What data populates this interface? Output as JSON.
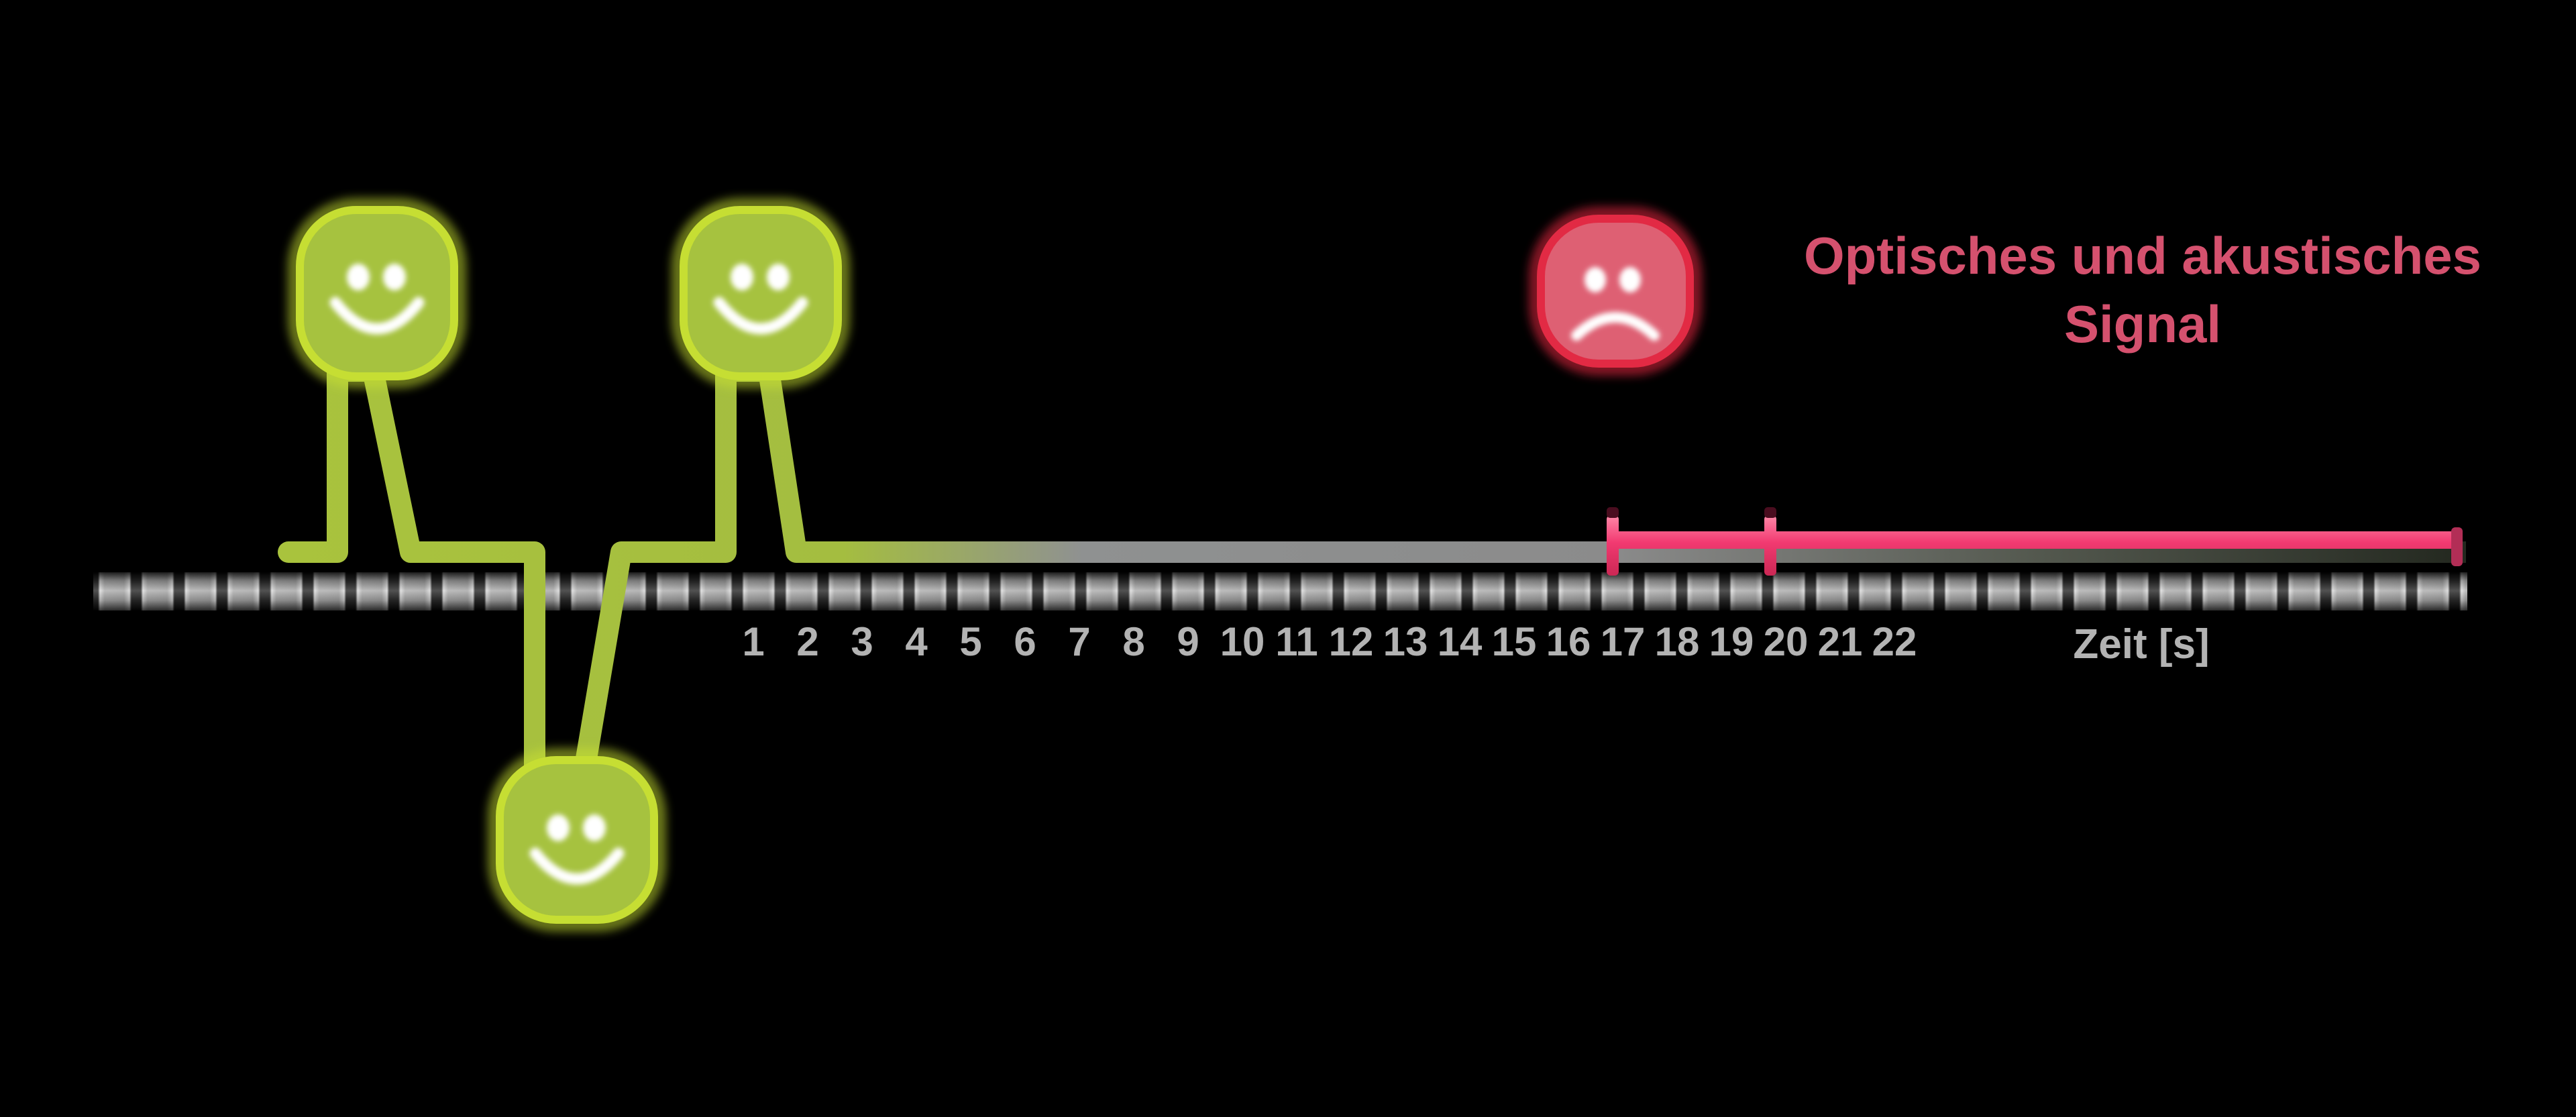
{
  "colors": {
    "background": "#000000",
    "trace_green": "#a9c33d",
    "trace_gray": "#8b8b8b",
    "signal_pink": "#f23a71",
    "happy_face_fill": "#a6c23f",
    "happy_face_border": "#c6de33",
    "sad_face_fill": "#de6073",
    "sad_face_border": "#e22a44",
    "tick_label_gray": "#b3b3b3",
    "annotation_pink": "#d5516e"
  },
  "timeline": {
    "tick_labels": [
      "1",
      "2",
      "3",
      "4",
      "5",
      "6",
      "7",
      "8",
      "9",
      "10",
      "11",
      "12",
      "13",
      "14",
      "15",
      "16",
      "17",
      "18",
      "19",
      "20",
      "21",
      "22"
    ],
    "axis_label": "Zeit [s]",
    "first_tick_x": 1123,
    "tick_spacing": 81
  },
  "annotation": {
    "line1": "Optisches und akustisches",
    "line2": "Signal"
  },
  "faces": [
    {
      "id": "happy-face-1",
      "mood": "happy"
    },
    {
      "id": "happy-face-2",
      "mood": "happy"
    },
    {
      "id": "happy-face-3",
      "mood": "happy"
    },
    {
      "id": "sad-face",
      "mood": "sad"
    }
  ]
}
